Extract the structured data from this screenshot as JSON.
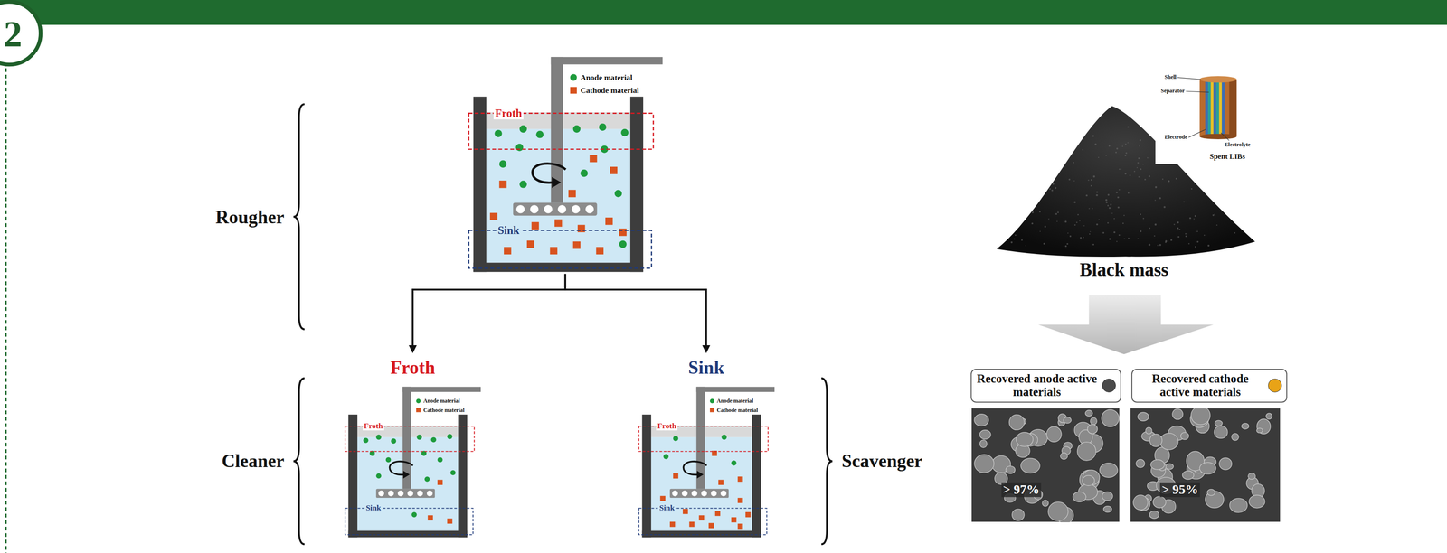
{
  "diagram": {
    "nodes": [
      {
        "text": [
          "Froth",
          "Sink"
        ]
      },
      {
        "text": [
          "Froth",
          "Froth",
          "Sink"
        ]
      },
      {
        "text": [
          "Sink",
          "Froth",
          "Sink"
        ]
      },
      {
        "text": [
          "Recovered anode active materials"
        ]
      },
      {
        "text": [
          "Recovered cathode active materials"
        ]
      },
      {
        "text": [
          "> 97%"
        ]
      },
      {
        "text": [
          "> 95%"
        ]
      }
    ],
    "edges": [
      {
        "from": 0,
        "to": 1,
        "arrow": "to"
      },
      {
        "from": 0,
        "to": 2,
        "arrow": "to"
      }
    ],
    "labels": [
      "2",
      "Rougher",
      "Cleaner",
      "Scavenger",
      "Shell",
      "Separator",
      "Electrode",
      "Electrolyte",
      "Spent LIBs",
      "Black mass"
    ],
    "legend": [
      {
        "text": "Anode material",
        "color": "#1e9b3c"
      },
      {
        "text": "Cathode material",
        "color": "#d8531f"
      },
      {
        "text": "Anode material",
        "color": "#1e9b3c"
      },
      {
        "text": "Cathode material",
        "color": "#d8531f"
      },
      {
        "text": "Anode material",
        "color": "#1e9b3c"
      },
      {
        "text": "Cathode material",
        "color": "#d8531f"
      }
    ]
  }
}
